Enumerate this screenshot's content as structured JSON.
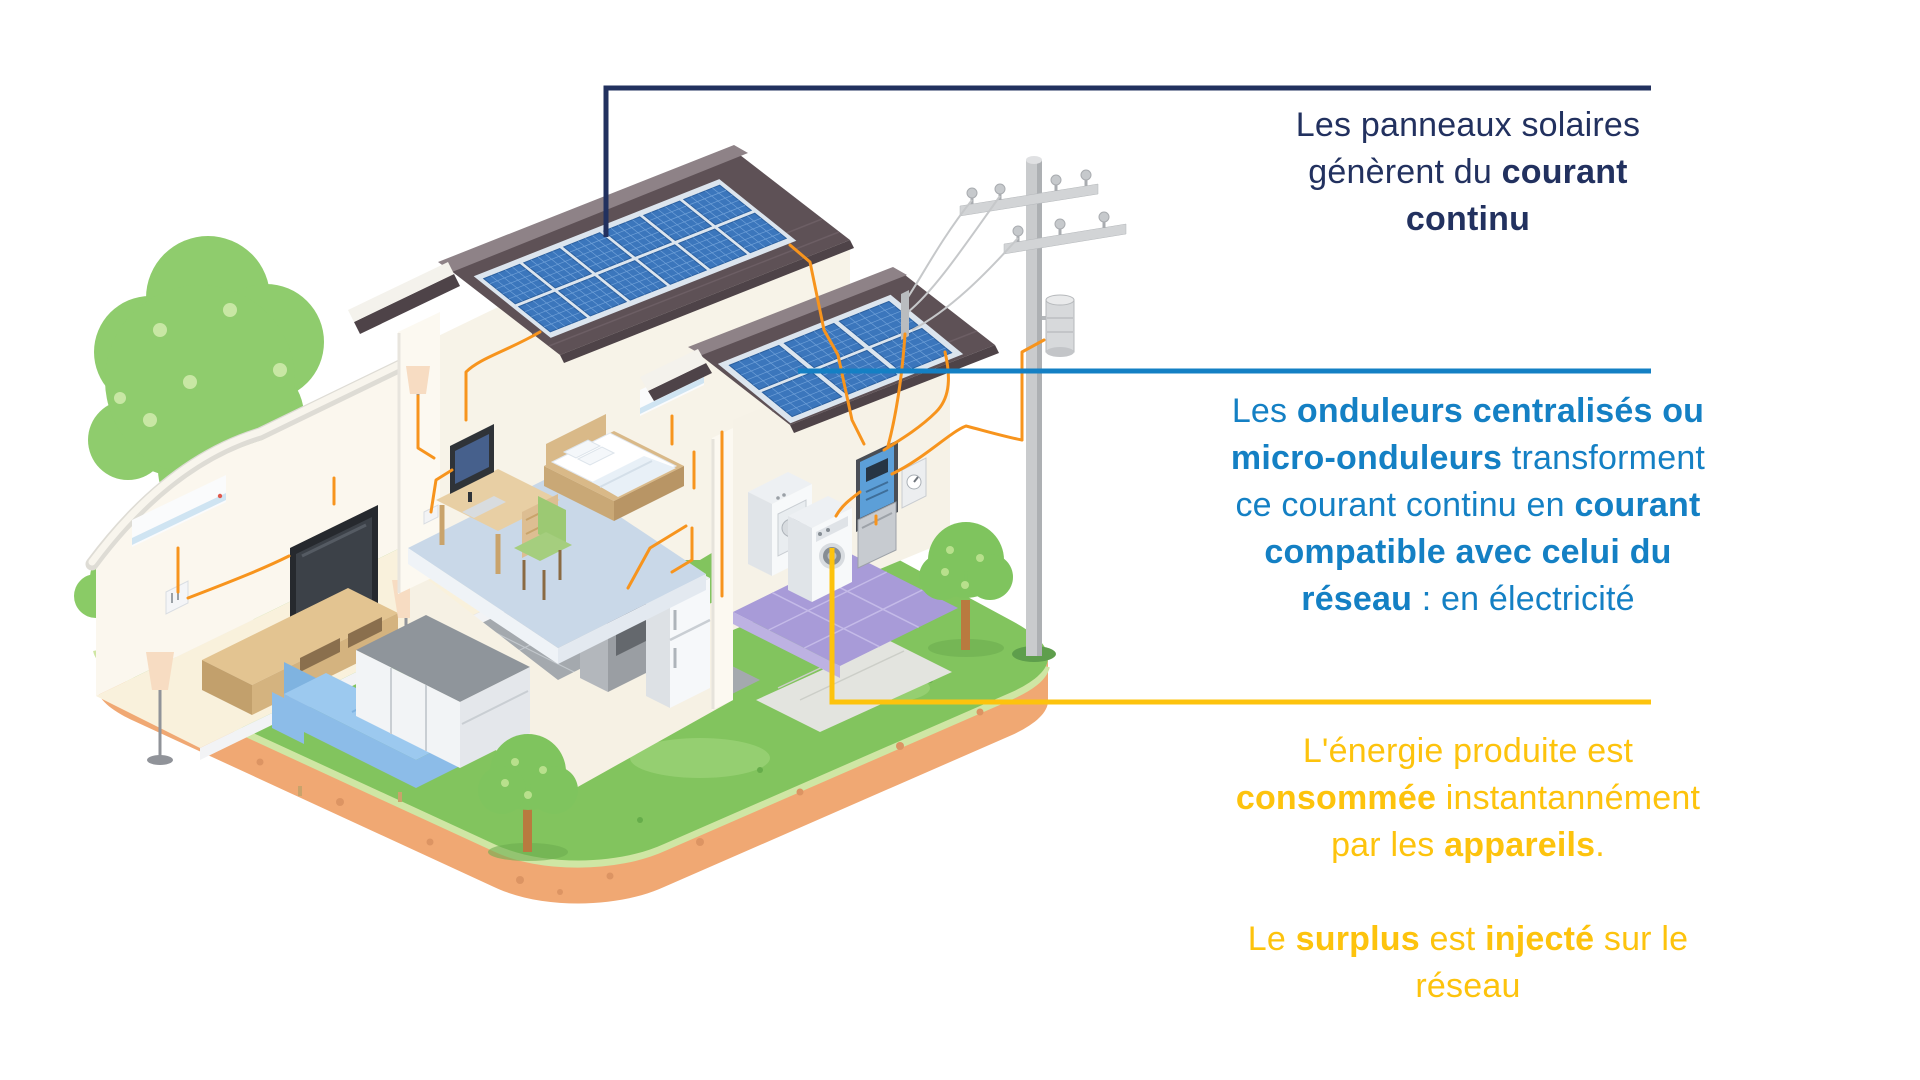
{
  "colors": {
    "navy": "#22315F",
    "blue": "#1480C4",
    "yellow": "#FDC30D",
    "wire_orange": "#F7941D",
    "panel_blue": "#3B76BC",
    "roof": "#5E5156",
    "grass": "#82C45E",
    "dirt": "#F0A873"
  },
  "annotations": {
    "dc": {
      "lines": [
        [
          {
            "t": "Les panneaux solaires",
            "b": false
          }
        ],
        [
          {
            "t": "génèrent du ",
            "b": false
          },
          {
            "t": "courant",
            "b": true
          }
        ],
        [
          {
            "t": "continu",
            "b": true
          }
        ]
      ]
    },
    "inverter": {
      "lines": [
        [
          {
            "t": "Les ",
            "b": false
          },
          {
            "t": "onduleurs centralisés ou",
            "b": true
          }
        ],
        [
          {
            "t": "micro-onduleurs",
            "b": true
          },
          {
            "t": " transforment",
            "b": false
          }
        ],
        [
          {
            "t": "ce courant continu en ",
            "b": false
          },
          {
            "t": "courant",
            "b": true
          }
        ],
        [
          {
            "t": "compatible avec celui du",
            "b": true
          }
        ],
        [
          {
            "t": "réseau",
            "b": true
          },
          {
            "t": " : en électricité",
            "b": false
          }
        ]
      ]
    },
    "consumption": {
      "lines": [
        [
          {
            "t": "L'énergie produite est",
            "b": false
          }
        ],
        [
          {
            "t": "consommée",
            "b": true
          },
          {
            "t": " instantannément",
            "b": false
          }
        ],
        [
          {
            "t": "par les ",
            "b": false
          },
          {
            "t": "appareils",
            "b": true
          },
          {
            "t": ".",
            "b": false
          }
        ],
        [],
        [
          {
            "t": "Le ",
            "b": false
          },
          {
            "t": "surplus",
            "b": true
          },
          {
            "t": " est ",
            "b": false
          },
          {
            "t": "injecté",
            "b": true
          },
          {
            "t": " sur le",
            "b": false
          }
        ],
        [
          {
            "t": "réseau",
            "b": false
          }
        ]
      ]
    }
  }
}
